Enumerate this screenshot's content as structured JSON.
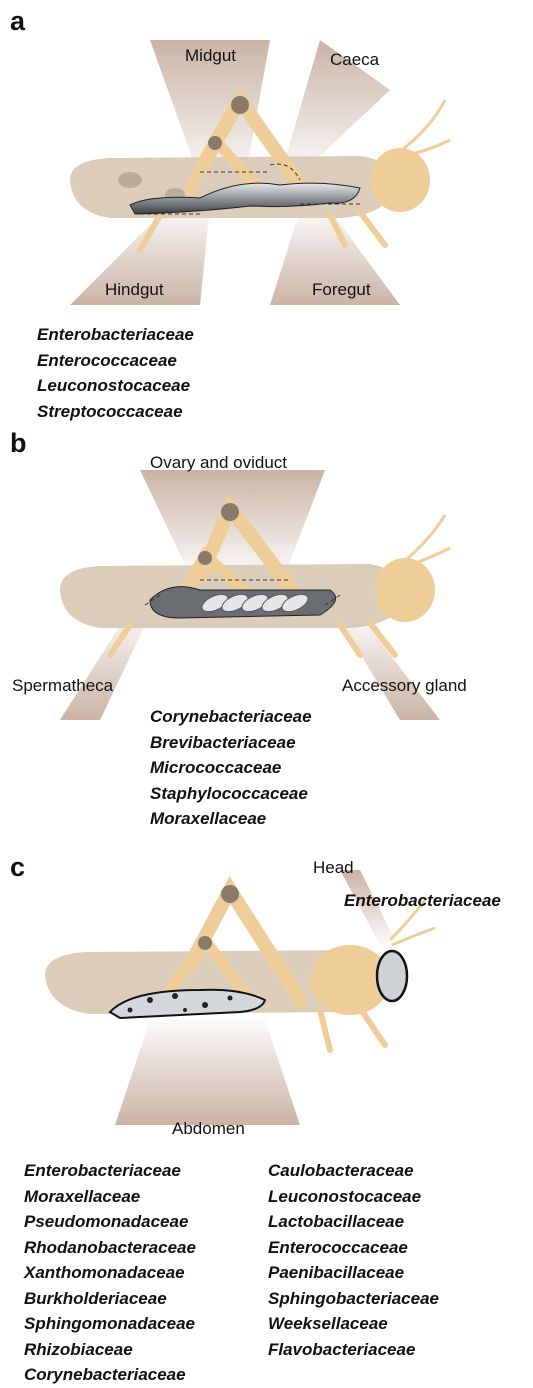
{
  "panels": [
    {
      "letter": "a",
      "regions": [
        "Midgut",
        "Caeca",
        "Hindgut",
        "Foregut"
      ],
      "taxa": [
        "Enterobacteriaceae",
        "Enterococcaceae",
        "Leuconostocaceae",
        "Streptococcaceae"
      ]
    },
    {
      "letter": "b",
      "regions": [
        "Ovary and oviduct",
        "Spermatheca",
        "Accessory gland"
      ],
      "taxa": [
        "Corynebacteriaceae",
        "Brevibacteriaceae",
        "Micrococcaceae",
        "Staphylococcaceae",
        "Moraxellaceae"
      ]
    },
    {
      "letter": "c",
      "regions": [
        "Head",
        "Abdomen"
      ],
      "head_taxa": [
        "Enterobacteriaceae"
      ],
      "taxa_left": [
        "Enterobacteriaceae",
        "Moraxellaceae",
        "Pseudomonadaceae",
        "Rhodanobacteraceae",
        "Xanthomonadaceae",
        "Burkholderiaceae",
        "Sphingomonadaceae",
        "Rhizobiaceae",
        "Corynebacteriaceae"
      ],
      "taxa_right": [
        "Caulobacteraceae",
        "Leuconostocaceae",
        "Lactobacillaceae",
        "Enterococcaceae",
        "Paenibacillaceae",
        "Sphingobacteriaceae",
        "Weeksellaceae",
        "Flavobacteriaceae"
      ]
    }
  ],
  "colors": {
    "body": "#efcd99",
    "body_shade": "#d8b07a",
    "wing": "#c9b9a6",
    "beam": "#b89a88",
    "organ": "#9aa0a4"
  }
}
